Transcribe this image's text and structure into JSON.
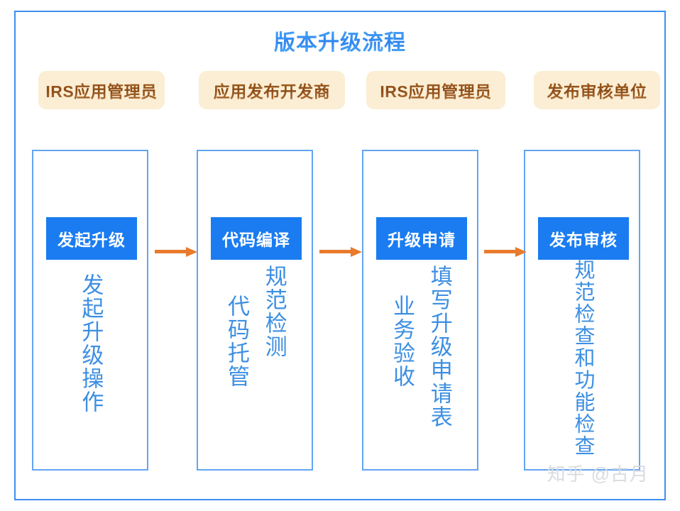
{
  "diagram": {
    "title": "版本升级流程",
    "title_color": "#2e86f0",
    "frame_border_color": "#3e8ef0",
    "roles": [
      {
        "label": "IRS应用管理员"
      },
      {
        "label": "应用发布开发商"
      },
      {
        "label": "IRS应用管理员"
      },
      {
        "label": "发布审核单位"
      }
    ],
    "role_chip_bg": "#fbeed4",
    "role_chip_text_color": "#8a4a15",
    "lane_border_color": "#63a4f3",
    "stage_header_bg": "#1a7cf0",
    "stage_header_text_color": "#ffffff",
    "body_text_color": "#3d8fe2",
    "arrow_color": "#e87b2c",
    "lanes": [
      {
        "header": "发起升级",
        "columns": [
          {
            "text": "发起升级操作",
            "offset": "high"
          }
        ]
      },
      {
        "header": "代码编译",
        "columns": [
          {
            "text": "规范检测",
            "offset": "high"
          },
          {
            "text": "代码托管",
            "offset": "low"
          }
        ]
      },
      {
        "header": "升级申请",
        "columns": [
          {
            "text": "填写升级申请表",
            "offset": "high"
          },
          {
            "text": "业务验收",
            "offset": "low"
          }
        ]
      },
      {
        "header": "发布审核",
        "columns": [
          {
            "text": "规范检查和功能检查",
            "offset": "high"
          }
        ]
      }
    ],
    "arrows": [
      {
        "from": "发起升级",
        "to": "代码编译"
      },
      {
        "from": "代码编译",
        "to": "升级申请"
      },
      {
        "from": "升级申请",
        "to": "发布审核"
      }
    ]
  },
  "watermark": {
    "site": "知乎",
    "handle": "@古月",
    "color": "#d8dce0"
  }
}
